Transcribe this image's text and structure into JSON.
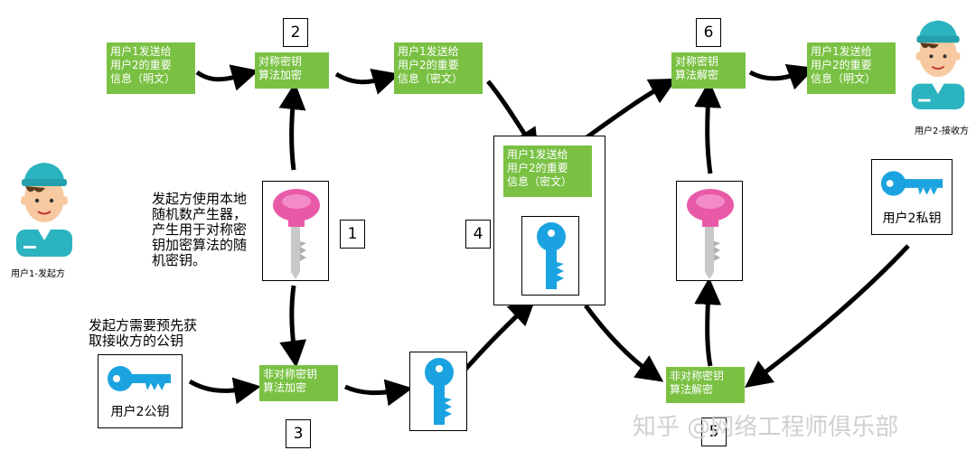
{
  "people": {
    "sender": {
      "label": "用户1-发起方"
    },
    "receiver": {
      "label": "用户2-接收方"
    }
  },
  "boxes": {
    "plaintext_left": {
      "text": "用户1发送给\n用户2的重要\n信息（明文）"
    },
    "sym_encrypt": {
      "text": "对称密钥\n算法加密"
    },
    "ciphertext_top": {
      "text": "用户1发送给\n用户2的重要\n信息（密文）"
    },
    "ciphertext_center": {
      "text": "用户1发送给\n用户2的重要\n信息（密文）"
    },
    "sym_decrypt": {
      "text": "对称密钥\n算法解密"
    },
    "plaintext_right": {
      "text": "用户1发送给\n用户2的重要\n信息（明文）"
    },
    "asym_encrypt": {
      "text": "非对称密钥\n算法加密"
    },
    "asym_decrypt": {
      "text": "非对称密钥\n算法解密"
    }
  },
  "keys": {
    "public_key_label": "用户2公钥",
    "private_key_label": "用户2私钥"
  },
  "notes": {
    "random_key": "发起方使用本地\n随机数产生器，\n产生用于对称密\n钥加密算法的随\n机密钥。",
    "get_pubkey": "发起方需要预先获\n取接收方的公钥"
  },
  "steps": {
    "s1": "1",
    "s2": "2",
    "s3": "3",
    "s4": "4",
    "s5": "5",
    "s6": "6"
  },
  "watermark": "知乎 @网络工程师俱乐部",
  "colors": {
    "green": "#7ac143",
    "pink_key": "#e85aa8",
    "blue_key": "#1aa3e0",
    "arrow": "#000000"
  }
}
